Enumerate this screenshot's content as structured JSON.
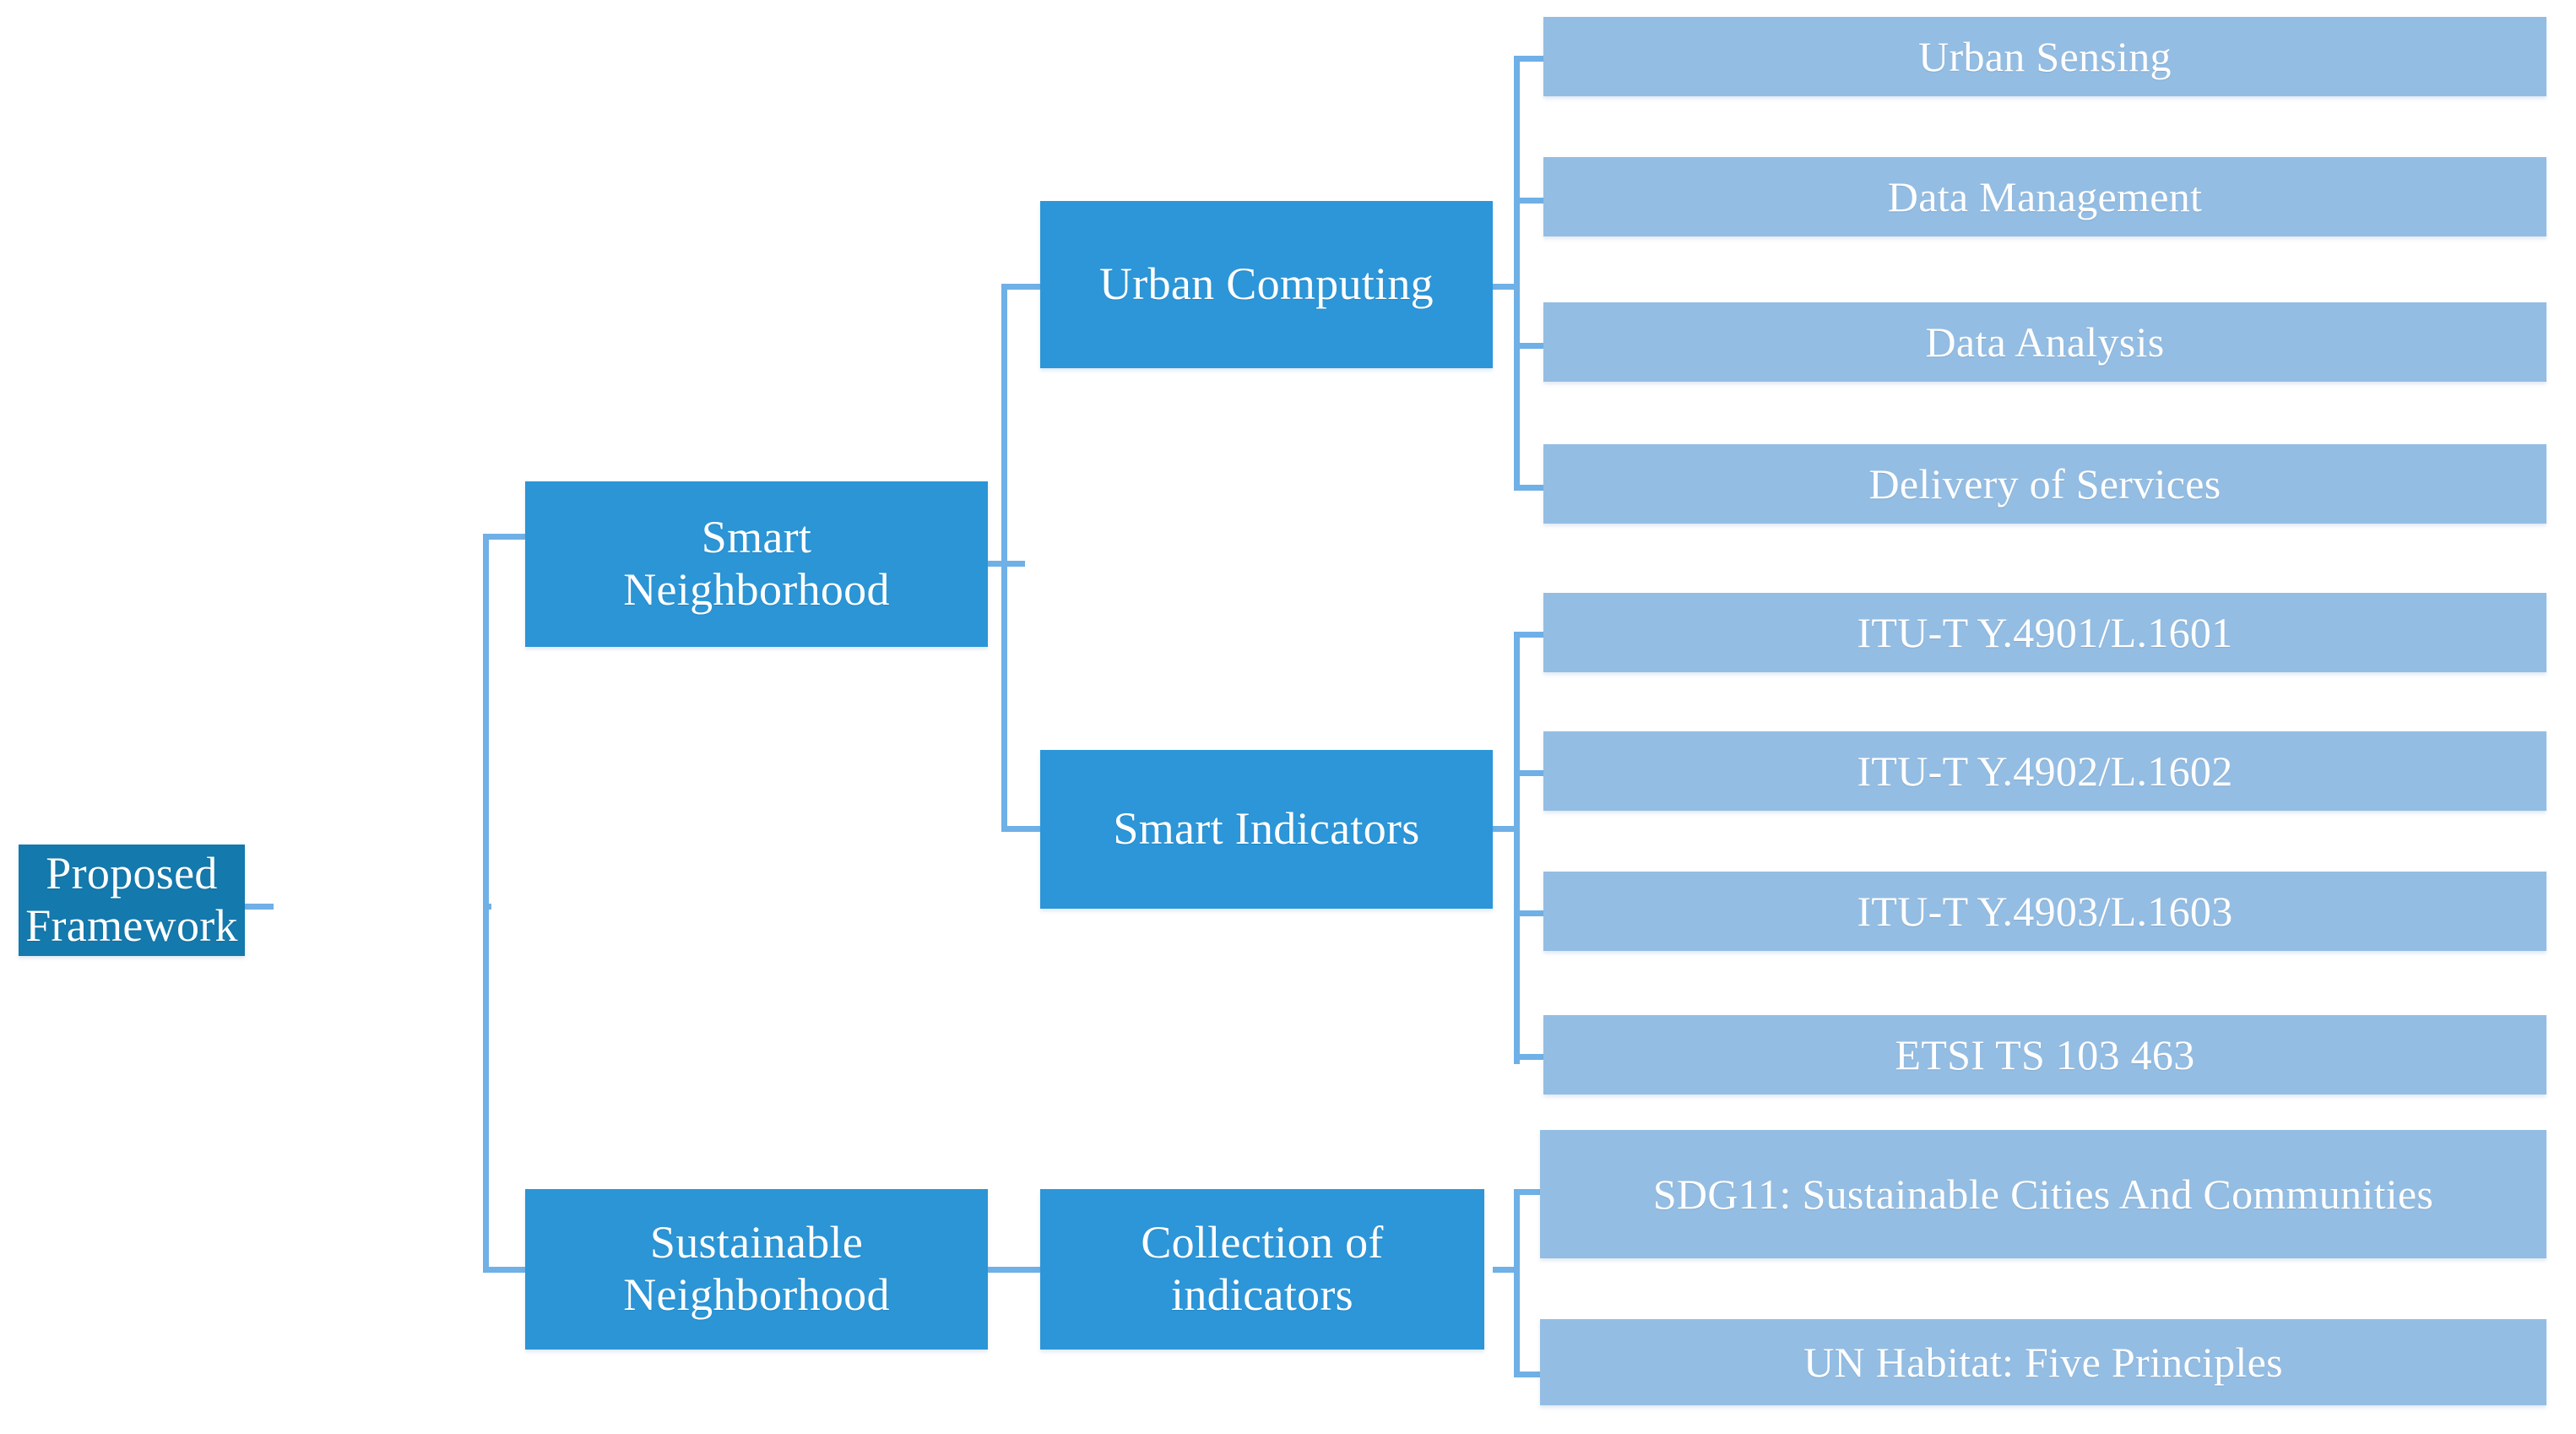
{
  "diagram": {
    "title": "Proposed Framework tree diagram",
    "colors": {
      "root_fill": "#1479AC",
      "mid_fill": "#2B95D6",
      "leaf_fill": "#94BDE3",
      "connector": "#6FB0E6",
      "text": "#FFFFFF",
      "background": "#FFFFFF"
    },
    "root": {
      "label_line1": "Proposed",
      "label_line2": "Framework"
    },
    "branches": [
      {
        "id": "smart-neighborhood",
        "label_line1": "Smart",
        "label_line2": "Neighborhood",
        "children": [
          {
            "id": "urban-computing",
            "label": "Urban Computing",
            "leaves": [
              "Urban Sensing",
              "Data Management",
              "Data Analysis",
              "Delivery of Services"
            ]
          },
          {
            "id": "smart-indicators",
            "label": "Smart Indicators",
            "leaves": [
              "ITU-T Y.4901/L.1601",
              "ITU-T Y.4902/L.1602",
              "ITU-T Y.4903/L.1603",
              "ETSI TS 103 463"
            ]
          }
        ]
      },
      {
        "id": "sustainable-neighborhood",
        "label_line1": "Sustainable",
        "label_line2": "Neighborhood",
        "children": [
          {
            "id": "collection-of-indicators",
            "label_line1": "Collection of",
            "label_line2": "indicators",
            "leaves": [
              "SDG11: Sustainable Cities And Communities",
              "UN Habitat: Five Principles"
            ]
          }
        ]
      }
    ]
  }
}
